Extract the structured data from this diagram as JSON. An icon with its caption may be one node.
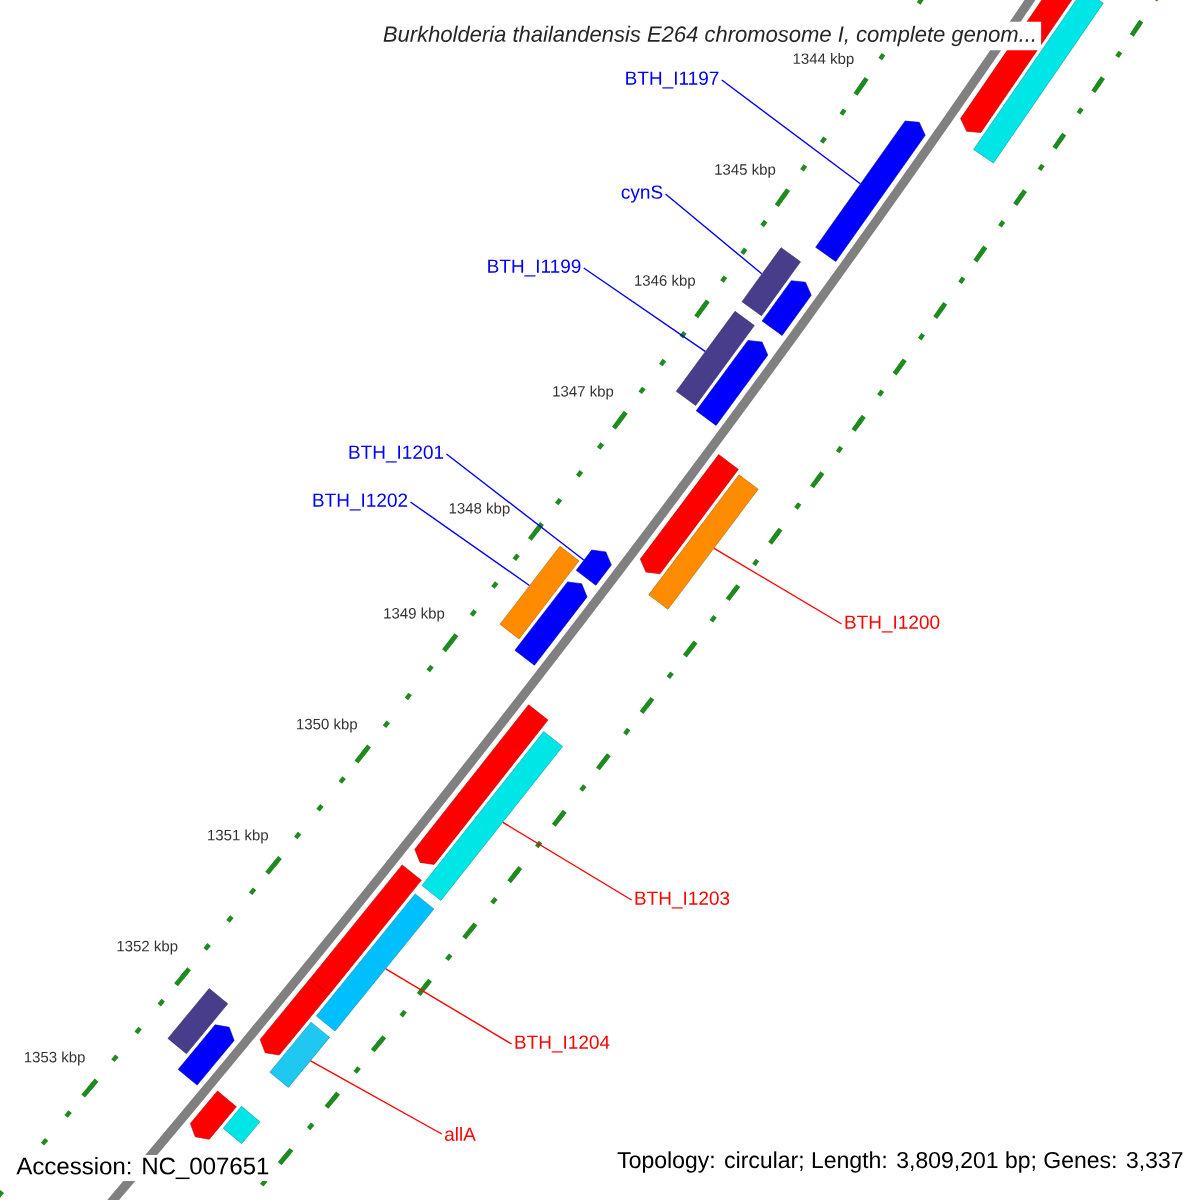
{
  "diagram": {
    "title": "Burkholderia thailandensis E264 chromosome I, complete genom...",
    "nodes": [
      {
        "text": [
          "BTH_I1197"
        ]
      },
      {
        "text": [],
        "shape": "bar"
      },
      {
        "text": [
          "cynS"
        ]
      },
      {
        "text": [],
        "shape": "bar"
      },
      {
        "text": [
          "BTH_I1199"
        ]
      },
      {
        "text": [],
        "shape": "bar"
      },
      {
        "text": [
          "BTH_I1201"
        ]
      },
      {
        "text": [],
        "shape": "bar"
      },
      {
        "text": [
          "BTH_I1202"
        ]
      },
      {
        "text": [],
        "shape": "bar"
      },
      {
        "text": [
          "BTH_I1200"
        ]
      },
      {
        "text": [],
        "shape": "bar"
      },
      {
        "text": [
          "BTH_I1203"
        ]
      },
      {
        "text": [],
        "shape": "bar"
      },
      {
        "text": [
          "BTH_I1204"
        ]
      },
      {
        "text": [],
        "shape": "bar"
      },
      {
        "text": [
          "allA"
        ]
      },
      {
        "text": [],
        "shape": "bar"
      },
      {
        "text": [],
        "shape": "bar"
      },
      {
        "text": [],
        "shape": "bar"
      },
      {
        "text": [],
        "shape": "bar"
      },
      {
        "text": [],
        "shape": "bar"
      },
      {
        "text": [],
        "shape": "bar"
      },
      {
        "text": [],
        "shape": "bar"
      },
      {
        "text": [],
        "shape": "bar"
      },
      {
        "text": [],
        "shape": "bar"
      },
      {
        "text": [],
        "shape": "bar"
      },
      {
        "text": [],
        "shape": "bar"
      },
      {
        "text": [],
        "shape": "bar"
      },
      {
        "text": [],
        "shape": "bar"
      },
      {
        "text": [],
        "shape": "bar"
      }
    ],
    "edges": [
      {
        "from": 0,
        "to": 1,
        "arrow": "none"
      },
      {
        "from": 2,
        "to": 3,
        "arrow": "none"
      },
      {
        "from": 4,
        "to": 5,
        "arrow": "none"
      },
      {
        "from": 6,
        "to": 7,
        "arrow": "none"
      },
      {
        "from": 8,
        "to": 9,
        "arrow": "none"
      },
      {
        "from": 10,
        "to": 11,
        "arrow": "none",
        "color": "#ff0000"
      },
      {
        "from": 12,
        "to": 13,
        "arrow": "none",
        "color": "#ff0000"
      },
      {
        "from": 14,
        "to": 15,
        "arrow": "none",
        "color": "#ff0000"
      },
      {
        "from": 16,
        "to": 17,
        "arrow": "none",
        "color": "#ff0000"
      }
    ],
    "labels": [
      "1344 kbp",
      "1345 kbp",
      "1346 kbp",
      "1347 kbp",
      "1348 kbp",
      "1349 kbp",
      "1350 kbp",
      "1351 kbp",
      "1352 kbp",
      "1353 kbp",
      "Accession: NC_007651",
      "Topology: circular; Length: 3,809,201 bp; Genes: 3,337"
    ]
  }
}
